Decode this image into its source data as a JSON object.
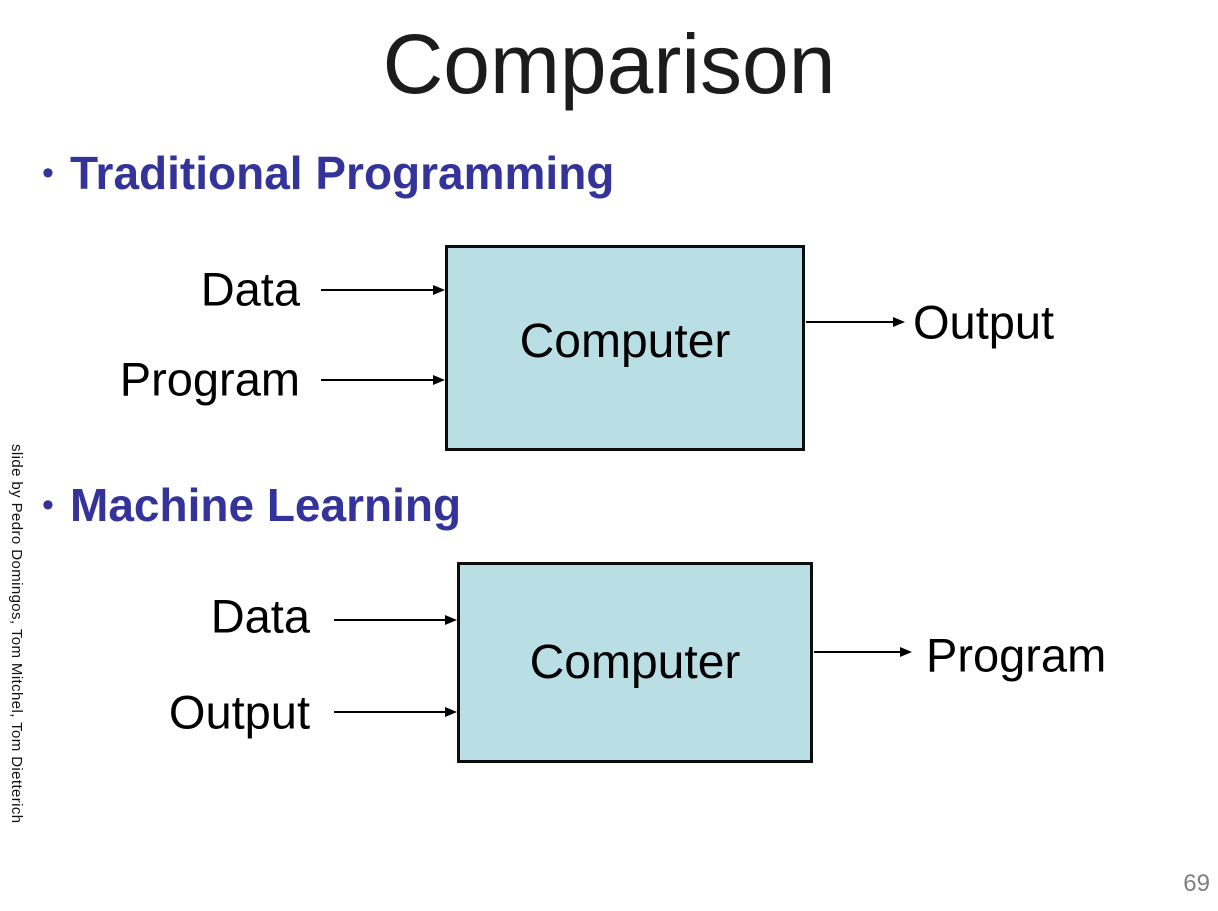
{
  "slide": {
    "title": "Comparison",
    "page_number": "69",
    "attribution": "slide by Pedro Domingos, Tom Mitchel, Tom Dietterich"
  },
  "colors": {
    "heading_accent": "#333399",
    "box_fill": "#b9dee4",
    "box_border": "#0d0d0d",
    "title_text": "#1c1c1c",
    "page_number_text": "#7f7f7f"
  },
  "sections": [
    {
      "bullet": "•",
      "heading": "Traditional Programming",
      "diagram": {
        "box_label": "Computer",
        "inputs": [
          "Data",
          "Program"
        ],
        "output": "Output"
      }
    },
    {
      "bullet": "•",
      "heading": "Machine Learning",
      "diagram": {
        "box_label": "Computer",
        "inputs": [
          "Data",
          "Output"
        ],
        "output": "Program"
      }
    }
  ]
}
